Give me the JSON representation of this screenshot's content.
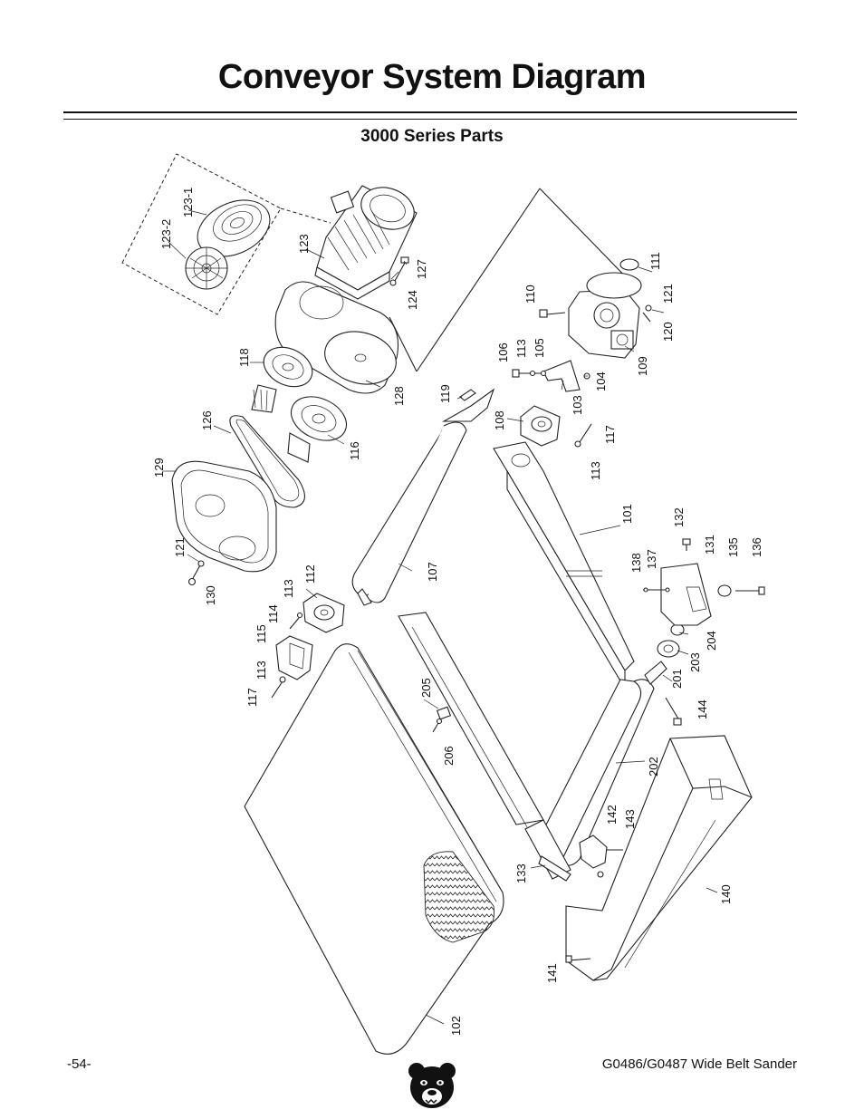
{
  "header": {
    "title": "Conveyor System Diagram",
    "subtitle": "3000 Series Parts"
  },
  "footer": {
    "page_number": "-54-",
    "model": "G0486/G0487 Wide Belt Sander",
    "logo_icon": "bear-head-logo"
  },
  "part_labels": {
    "p101": "101",
    "p102": "102",
    "p103": "103",
    "p104": "104",
    "p105": "105",
    "p106": "106",
    "p107": "107",
    "p108": "108",
    "p109": "109",
    "p110": "110",
    "p111": "111",
    "p112": "112",
    "p113a": "113",
    "p113b": "113",
    "p113c": "113",
    "p113d": "113",
    "p114": "114",
    "p115": "115",
    "p116": "116",
    "p117a": "117",
    "p117b": "117",
    "p118": "118",
    "p119": "119",
    "p120": "120",
    "p121a": "121",
    "p121b": "121",
    "p123": "123",
    "p123_1": "123-1",
    "p123_2": "123-2",
    "p124": "124",
    "p126": "126",
    "p127": "127",
    "p128": "128",
    "p129": "129",
    "p130": "130",
    "p131": "131",
    "p132": "132",
    "p133": "133",
    "p135": "135",
    "p136": "136",
    "p137": "137",
    "p138": "138",
    "p140": "140",
    "p141": "141",
    "p142": "142",
    "p143": "143",
    "p144": "144",
    "p201": "201",
    "p202": "202",
    "p203": "203",
    "p204": "204",
    "p205": "205",
    "p206": "206"
  }
}
